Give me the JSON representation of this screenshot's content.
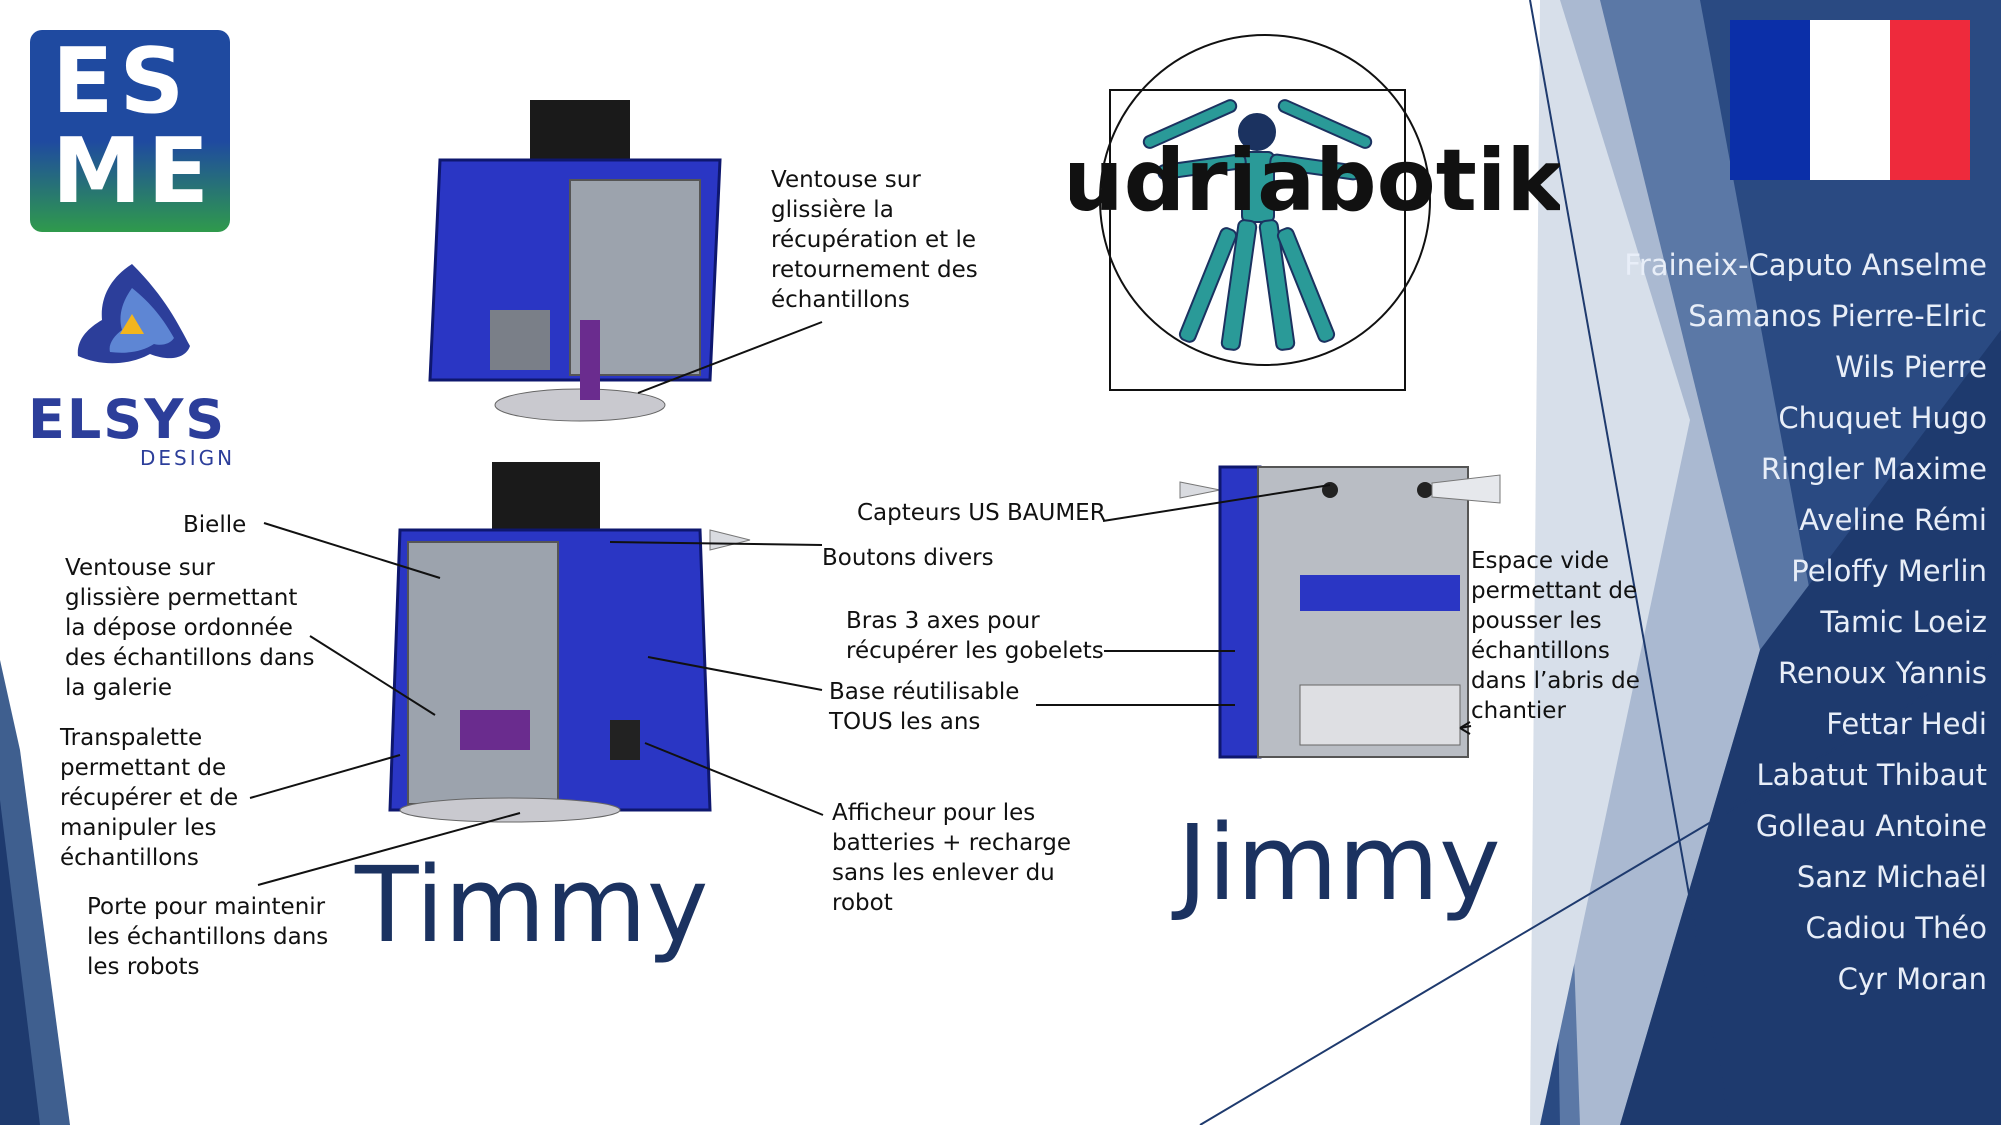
{
  "colors": {
    "navy": "#1b3260",
    "panel_dark": "#2a4a82",
    "panel_mid": "#5b78a6",
    "panel_light": "#aab9d1",
    "robot_blue": "#1f2fb0",
    "esme_blue": "#1f4aa0",
    "esme_green": "#2f9a4c",
    "flag_blue": "#0b2fa8",
    "flag_red": "#ee2a3c"
  },
  "logos": {
    "esme": {
      "line1": "ES",
      "line2": "ME"
    },
    "elsys": {
      "name": "ELSYS",
      "sub": "DESIGN"
    },
    "team": {
      "name": "Sudriabotik"
    }
  },
  "robots": [
    {
      "name": "Timmy"
    },
    {
      "name": "Jimmy"
    }
  ],
  "labels": {
    "ventouse_top": "Ventouse sur\nglissière la\nrécupération et le\nretournement des\néchantillons",
    "bielle": "Bielle",
    "ventouse_left": "Ventouse sur\nglissière permettant\nla dépose ordonnée\ndes échantillons dans\nla galerie",
    "transpalette": "Transpalette\npermettant de\nrécupérer et de\nmanipuler les\néchantillons",
    "porte": "Porte pour maintenir\nles échantillons dans\nles robots",
    "capteurs": "Capteurs US BAUMER",
    "boutons": "Boutons divers",
    "bras": "Bras 3 axes pour\nrécupérer les gobelets",
    "base": "Base réutilisable\nTOUS les ans",
    "afficheur": "Afficheur pour les\nbatteries + recharge\nsans les enlever du\nrobot",
    "espace": "Espace vide\npermettant de\npousser les\néchantillons\ndans l’abris de\nchantier"
  },
  "members": [
    "Fraineix-Caputo Anselme",
    "Samanos Pierre-Elric",
    "Wils Pierre",
    "Chuquet Hugo",
    "Ringler Maxime",
    "Aveline Rémi",
    "Peloffy Merlin",
    "Tamic Loeiz",
    "Renoux Yannis",
    "Fettar Hedi",
    "Labatut Thibaut",
    "Golleau Antoine",
    "Sanz Michaël",
    "Cadiou Théo",
    "Cyr Moran"
  ]
}
